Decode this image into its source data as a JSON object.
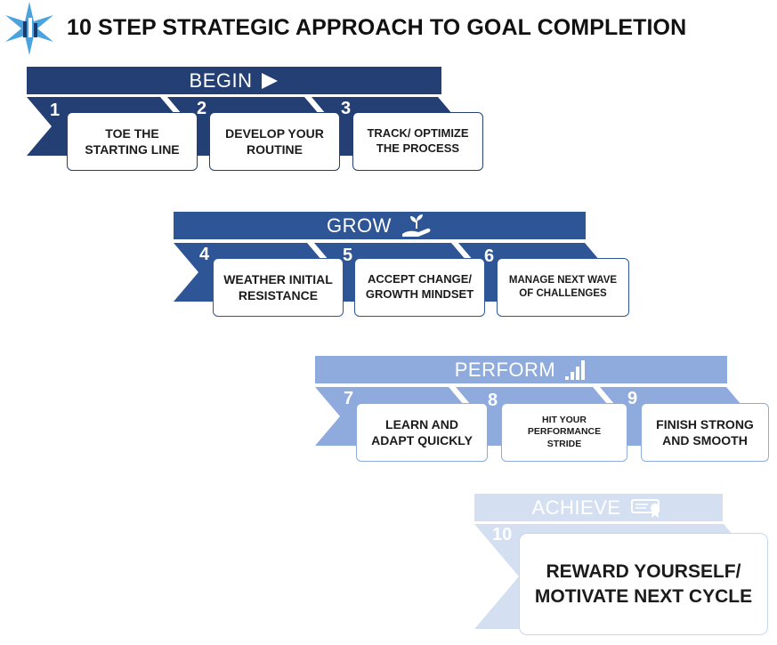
{
  "title": "10 STEP STRATEGIC APPROACH TO GOAL COMPLETION",
  "colors": {
    "begin": "#233f74",
    "grow": "#2e5595",
    "perform": "#8fabdd",
    "achieve": "#d4e0f2",
    "text": "#111111"
  },
  "icons": {
    "logo": "star-logo-icon",
    "begin": "play-arrow-icon",
    "grow": "hand-plant-icon",
    "perform": "signal-bars-icon",
    "achieve": "diploma-icon"
  },
  "phases": [
    {
      "label": "BEGIN",
      "steps": [
        {
          "number": "1",
          "text": "TOE THE\nSTARTING LINE"
        },
        {
          "number": "2",
          "text": "DEVELOP YOUR\nROUTINE"
        },
        {
          "number": "3",
          "text": "TRACK/ OPTIMIZE\nTHE PROCESS"
        }
      ]
    },
    {
      "label": "GROW",
      "steps": [
        {
          "number": "4",
          "text": "WEATHER INITIAL\nRESISTANCE"
        },
        {
          "number": "5",
          "text": "ACCEPT CHANGE/\nGROWTH MINDSET"
        },
        {
          "number": "6",
          "text": "MANAGE NEXT WAVE\nOF CHALLENGES"
        }
      ]
    },
    {
      "label": "PERFORM",
      "steps": [
        {
          "number": "7",
          "text": "LEARN AND\nADAPT QUICKLY"
        },
        {
          "number": "8",
          "text": "HIT YOUR\nPERFORMANCE\nSTRIDE"
        },
        {
          "number": "9",
          "text": "FINISH STRONG\nAND SMOOTH"
        }
      ]
    },
    {
      "label": "ACHIEVE",
      "steps": [
        {
          "number": "10",
          "text": "REWARD YOURSELF/\nMOTIVATE NEXT CYCLE"
        }
      ]
    }
  ]
}
